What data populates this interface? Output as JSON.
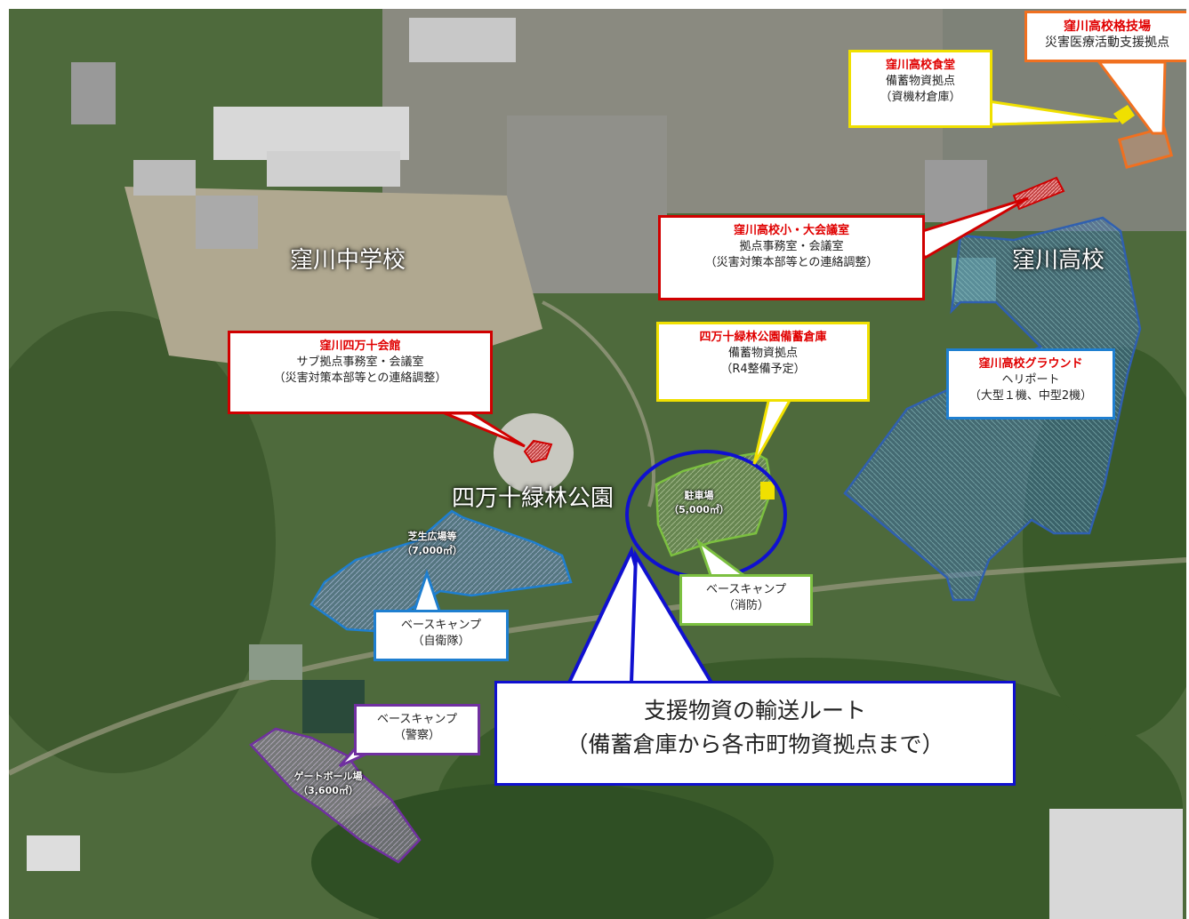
{
  "map": {
    "place_labels": {
      "junior_high": "窪川中学校",
      "high_school": "窪川高校",
      "park": "四万十緑林公園"
    },
    "callouts": {
      "combat_hall": {
        "title": "窪川高校格技場",
        "lines": [
          "災害医療活動支援拠点"
        ]
      },
      "cafeteria": {
        "title": "窪川高校食堂",
        "lines": [
          "備蓄物資拠点",
          "（資機材倉庫）"
        ]
      },
      "meeting_room": {
        "title": "窪川高校小・大会議室",
        "lines": [
          "拠点事務室・会議室",
          "（災害対策本部等との連絡調整）"
        ]
      },
      "shimanto_hall": {
        "title": "窪川四万十会館",
        "lines": [
          "サブ拠点事務室・会議室",
          "（災害対策本部等との連絡調整）"
        ]
      },
      "park_warehouse": {
        "title": "四万十緑林公園備蓄倉庫",
        "lines": [
          "備蓄物資拠点",
          "（R4整備予定）"
        ]
      },
      "ground": {
        "title": "窪川高校グラウンド",
        "lines": [
          "ヘリポート",
          "（大型１機、中型2機）"
        ]
      },
      "basecamp_sdf": {
        "lines": [
          "ベースキャンプ",
          "（自衛隊）"
        ]
      },
      "basecamp_fire": {
        "lines": [
          "ベースキャンプ",
          "（消防）"
        ]
      },
      "basecamp_police": {
        "lines": [
          "ベースキャンプ",
          "（警察）"
        ]
      },
      "route": {
        "lines": [
          "支援物資の輸送ルート",
          "（備蓄倉庫から各市町物資拠点まで）"
        ]
      }
    },
    "areas": {
      "lawn": {
        "name": "芝生広場等",
        "size": "（7,000㎡）"
      },
      "parking": {
        "name": "駐車場",
        "size": "（5,000㎡）"
      },
      "gateball": {
        "name": "ゲートボール場",
        "size": "（3,600㎡）"
      }
    },
    "colors": {
      "red": "#d00000",
      "yellow": "#f0e000",
      "orange": "#f07020",
      "blue_area": "#3060b0",
      "green_area": "#7cc040",
      "purple_area": "#7030a0",
      "route_ellipse": "#1010d0"
    }
  }
}
